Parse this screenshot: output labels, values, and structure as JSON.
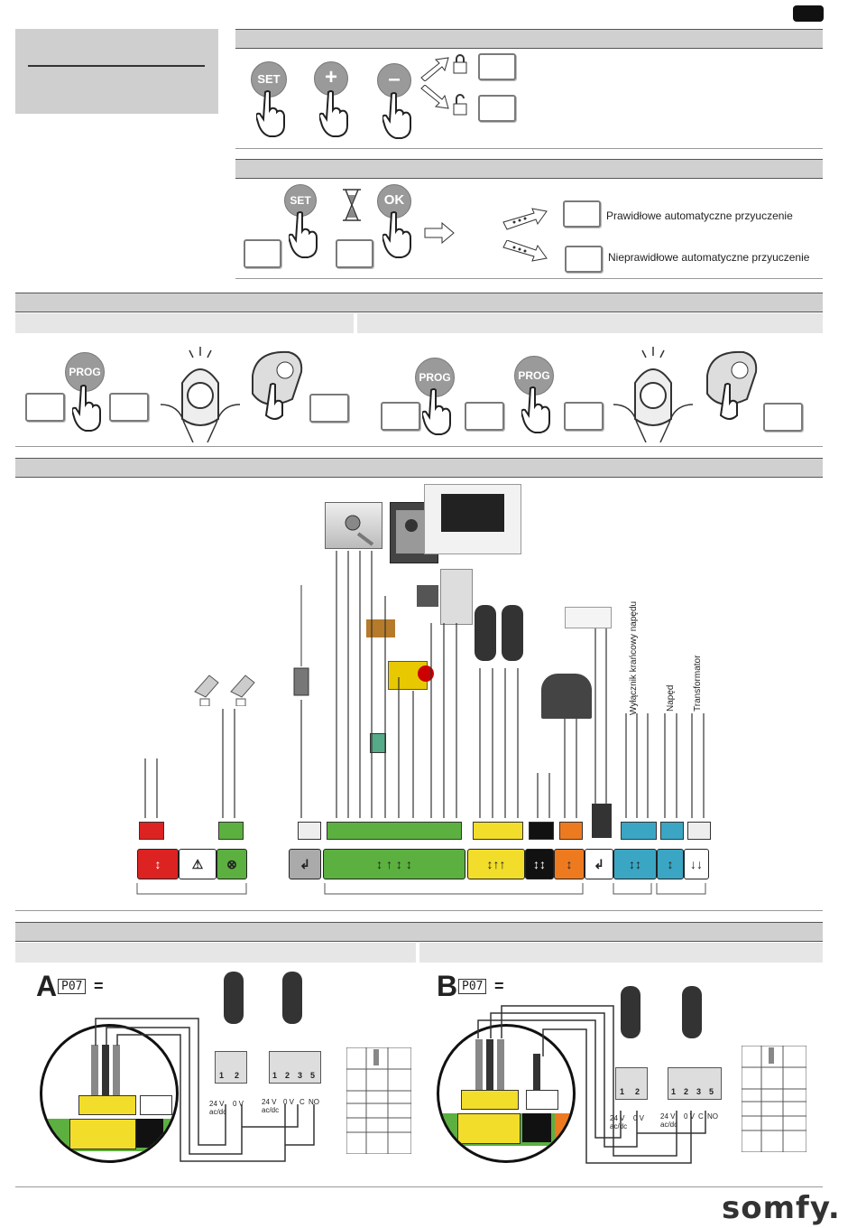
{
  "section_top": {
    "lock_label": "",
    "unlock_label": ""
  },
  "autotest": {
    "correct_label": "Prawidłowe automatyczne przyuczenie",
    "incorrect_label": "Nieprawidłowe automatyczne przyuczenie"
  },
  "buttons": {
    "set": "SET",
    "plus": "+",
    "minus": "–",
    "ok": "OK",
    "prog": "PROG"
  },
  "wiring": {
    "label_limit_switch": "Wyłącznik krańcowy napędu",
    "label_drive": "Napęd",
    "label_transformer": "Transformator"
  },
  "photocells": {
    "a_letter": "A",
    "b_letter": "B",
    "param": "P07",
    "equals": "=",
    "rx_terms": [
      "1",
      "2"
    ],
    "rx_volts": "24 V ac/dc",
    "rx_0v": "0 V",
    "tx_terms": [
      "1",
      "2",
      "3",
      "5"
    ],
    "tx_24": "24 V ac/dc",
    "tx_0v": "0 V",
    "tx_c": "C",
    "tx_no": "NO"
  },
  "brand": "somfy."
}
